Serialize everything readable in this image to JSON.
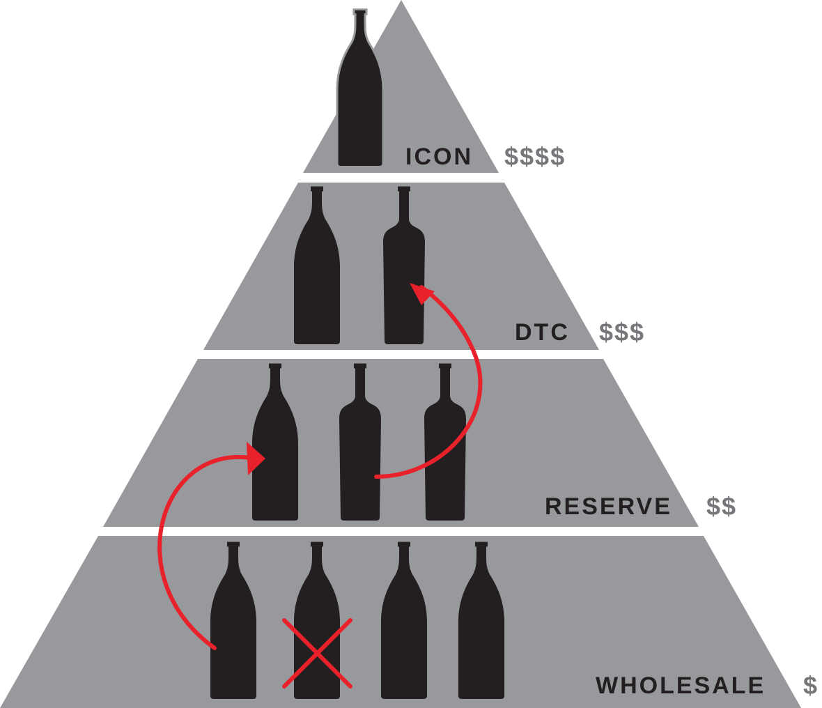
{
  "tiers": [
    {
      "label": "ICON",
      "price": "$$$$"
    },
    {
      "label": "DTC",
      "price": "$$$"
    },
    {
      "label": "RESERVE",
      "price": "$$"
    },
    {
      "label": "WHOLESALE",
      "price": "$"
    }
  ],
  "colors": {
    "tier_fill": "#98999c",
    "bottle": "#231f20",
    "price_text": "#76777a",
    "arrow": "#e8212b"
  },
  "icons": [
    "wine-bottle-icon",
    "cross-out-icon",
    "curved-arrow-icon"
  ]
}
